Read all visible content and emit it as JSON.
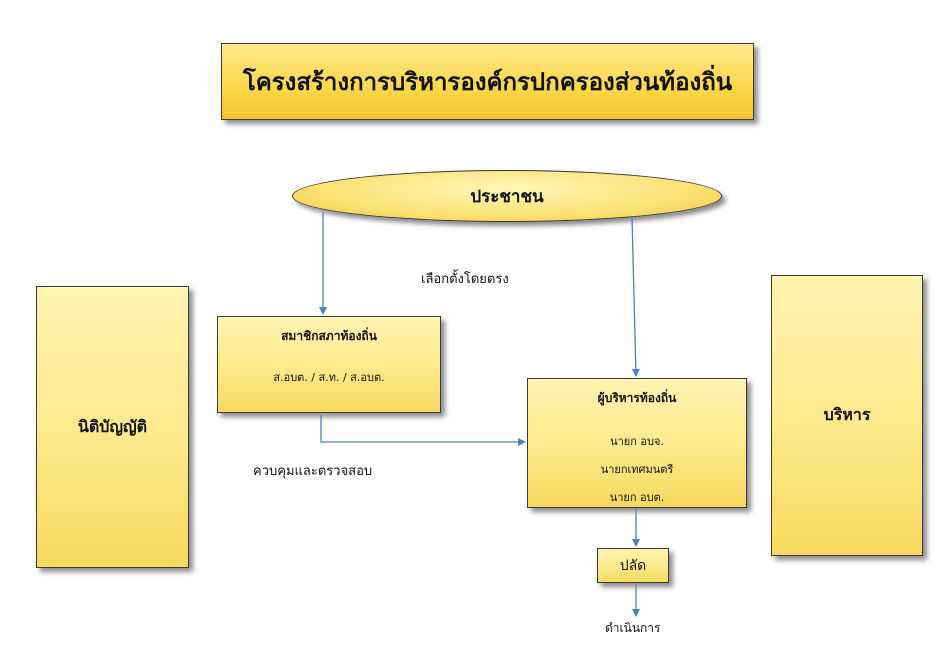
{
  "title": "โครงสร้างการบริหารองค์กรปกครองส่วนท้องถิ่น",
  "people": "ประชาชน",
  "legislative": "นิติบัญญัติ",
  "executive_branch": "บริหาร",
  "direct_election_label": "เลือกตั้งโดยตรง",
  "oversight_label": "ควบคุมและตรวจสอบ",
  "council": {
    "heading": "สมาชิกสภาท้องถิ่น",
    "members": "ส.อบต. / ส.ท. / ส.อบต."
  },
  "executives": {
    "heading": "ผู้บริหารท้องถิ่น",
    "lines": [
      "นายก อบจ.",
      "นายกเทศมนตรี",
      "นายก อบต."
    ]
  },
  "palad": "ปลัด",
  "operation_label": "ดำเนินการ",
  "colors": {
    "box_fill": "#fde98a",
    "title_fill": "#fbd749",
    "arrow": "#4f81bd",
    "border": "#3a3a3a"
  }
}
